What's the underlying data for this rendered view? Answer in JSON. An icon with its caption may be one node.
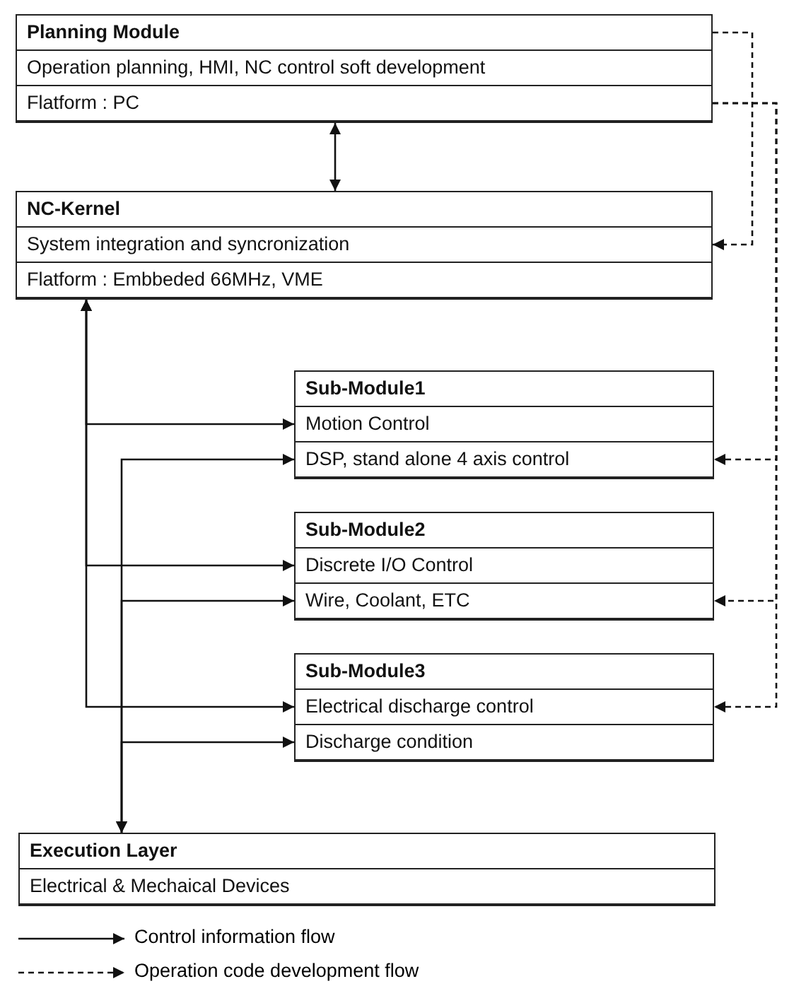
{
  "diagram": {
    "nodes": [
      {
        "text": [
          "Planning Module"
        ]
      },
      {
        "text": [
          "Operation planning, HMI, NC control soft development"
        ],
        "in": 0
      },
      {
        "text": [
          "Flatform : PC"
        ],
        "in": 0
      },
      {
        "text": [
          "NC-Kernel"
        ]
      },
      {
        "text": [
          "System integration and syncronization"
        ],
        "in": 3
      },
      {
        "text": [
          "Flatform : Embbeded 66MHz, VME"
        ],
        "in": 3
      },
      {
        "text": [
          "Sub-Module1"
        ]
      },
      {
        "text": [
          "Motion Control"
        ],
        "in": 6
      },
      {
        "text": [
          "DSP, stand alone 4 axis control"
        ],
        "in": 6
      },
      {
        "text": [
          "Sub-Module2"
        ]
      },
      {
        "text": [
          "Discrete I/O Control"
        ],
        "in": 9
      },
      {
        "text": [
          "Wire, Coolant, ETC"
        ],
        "in": 9
      },
      {
        "text": [
          "Sub-Module3"
        ]
      },
      {
        "text": [
          "Electrical discharge control"
        ],
        "in": 12
      },
      {
        "text": [
          "Discharge condition"
        ],
        "in": 12
      },
      {
        "text": [
          "Execution Layer"
        ]
      },
      {
        "text": [
          "Electrical & Mechaical Devices"
        ],
        "in": 15
      }
    ],
    "edges": [
      {
        "from": 0,
        "to": 3,
        "arrow": "both"
      },
      {
        "from": 0,
        "to": 4,
        "arrow": "to",
        "style": "dashed"
      },
      {
        "from": 2,
        "to": 8,
        "arrow": "to",
        "style": "dashed"
      },
      {
        "from": 2,
        "to": 11,
        "arrow": "to",
        "style": "dashed"
      },
      {
        "from": 2,
        "to": 13,
        "arrow": "to",
        "style": "dashed"
      },
      {
        "from": 3,
        "to": 7,
        "arrow": "both"
      },
      {
        "from": 3,
        "to": 10,
        "arrow": "both"
      },
      {
        "from": 3,
        "to": 13,
        "arrow": "both"
      },
      {
        "from": 15,
        "to": 8,
        "arrow": "both"
      },
      {
        "from": 15,
        "to": 11,
        "arrow": "both"
      },
      {
        "from": 15,
        "to": 14,
        "arrow": "both"
      }
    ],
    "legend": [
      {
        "text": "Control information flow"
      },
      {
        "text": "Operation code development flow"
      }
    ]
  }
}
